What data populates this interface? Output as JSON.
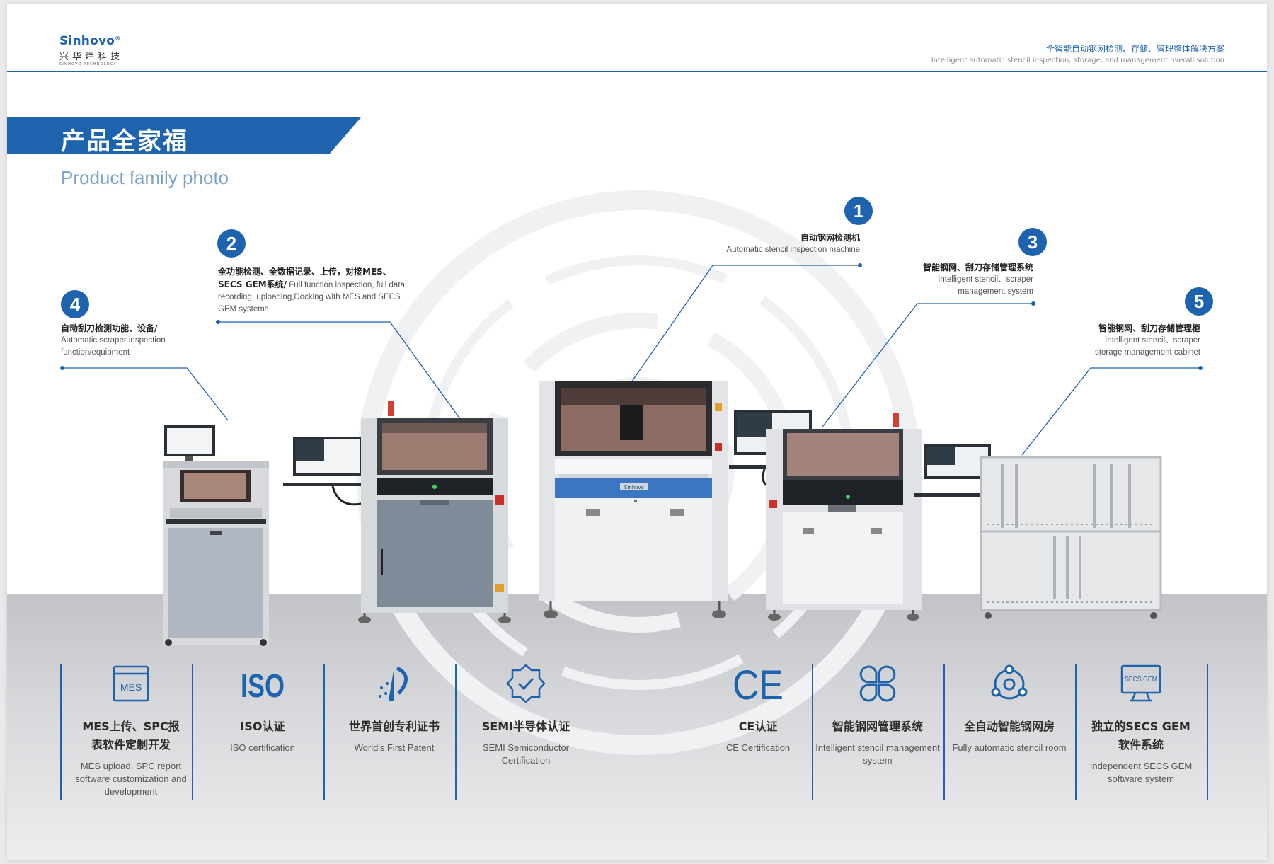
{
  "header": {
    "logo_en": "Sinhovo",
    "logo_reg": "®",
    "logo_cn": "兴华炜科技",
    "logo_sub": "SINHOVO TECHNOLOGY",
    "tagline_cn": "全智能自动钢网检测、存储、管理整体解决方案",
    "tagline_en": "Intelligent automatic stencil inspection, storage, and management overall solution"
  },
  "section": {
    "title_cn": "产品全家福",
    "title_en": "Product family photo"
  },
  "callouts": [
    {
      "number": "1",
      "title": "自动钢网检测机",
      "desc": "Automatic stencil inspection machine"
    },
    {
      "number": "2",
      "title": "全功能检测、全数据记录、上传，对接MES、SECS GEM系统/",
      "desc": "Full function inspection, full data recording, uploading,Docking with MES and SECS GEM systems"
    },
    {
      "number": "3",
      "title": "智能钢网、刮刀存储管理系统",
      "desc": "Intelligent stencil、scraper management system"
    },
    {
      "number": "4",
      "title": "自动刮刀检测功能、设备/",
      "desc": "Automatic scraper inspection function/equipment"
    },
    {
      "number": "5",
      "title": "智能钢网、刮刀存储管理柜",
      "desc": "Intelligent stencil、scraper storage management cabinet"
    }
  ],
  "machine_labels": {
    "brand": "Sinhovo"
  },
  "certifications": [
    {
      "icon": "mes-icon",
      "icon_text": "MES",
      "title_line1": "MES上传、SPC报",
      "title_line2": "表软件定制开发",
      "desc": "MES upload, SPC report software customization and development"
    },
    {
      "icon": "iso-icon",
      "icon_text": "ISO",
      "title_line1": "ISO认证",
      "title_line2": "",
      "desc": "ISO certification"
    },
    {
      "icon": "patent-icon",
      "icon_text": "",
      "title_line1": "世界首创专利证书",
      "title_line2": "",
      "desc": "World's First Patent"
    },
    {
      "icon": "semi-badge-icon",
      "icon_text": "",
      "title_line1": "SEMI半导体认证",
      "title_line2": "",
      "desc": "SEMI Semiconductor Certification"
    },
    {
      "icon": "ce-icon",
      "icon_text": "CE",
      "title_line1": "CE认证",
      "title_line2": "",
      "desc": "CE Certification"
    },
    {
      "icon": "clover-icon",
      "icon_text": "",
      "title_line1": "智能钢网管理系统",
      "title_line2": "",
      "desc": "Intelligent stencil management system"
    },
    {
      "icon": "automation-icon",
      "icon_text": "",
      "title_line1": "全自动智能钢网房",
      "title_line2": "",
      "desc": "Fully automatic stencil room"
    },
    {
      "icon": "secs-gem-monitor-icon",
      "icon_text": "SECS GEM",
      "title_line1": "独立的SECS GEM",
      "title_line2": "软件系统",
      "desc": "Independent SECS GEM software system"
    }
  ],
  "colors": {
    "brand_blue": "#1d63ad",
    "floor_gray": "#c2c3c7"
  }
}
